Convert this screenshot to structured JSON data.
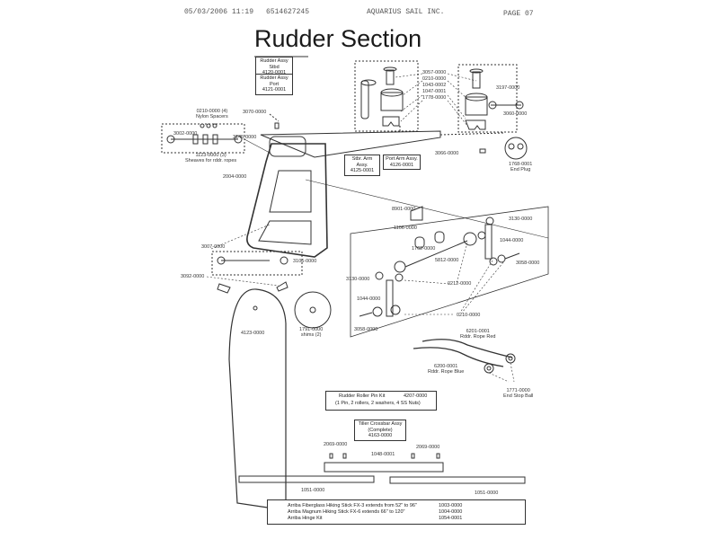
{
  "header": {
    "date": "05/03/2006",
    "time": "11:19",
    "phone": "6514627245",
    "company": "AQUARIUS SAIL INC.",
    "page": "PAGE  07"
  },
  "title": "Rudder Section",
  "assy_boxes": {
    "rudder_stbd": {
      "name": "Rudder Assy Stbd",
      "part": "4120-0001"
    },
    "rudder_port": {
      "name": "Rudder Assy Port",
      "part": "4121-0001"
    },
    "stbd_arm": {
      "name": "Stbr. Arm Assy.",
      "part": "4125-0001"
    },
    "port_arm": {
      "name": "Port Arm Assy.",
      "part": "4126-0001"
    }
  },
  "part_labels": {
    "p3057": "3057-0000",
    "p0210": "0210-0000",
    "p1043": "1043-0002",
    "p1047": "1047-0001",
    "p1778": "1778-0000",
    "p3197": "3197-0000",
    "p3060": "3060-0000",
    "p0210_spacers": "0210-0000 (4)",
    "nylon_spacers": "Nylon Spacers",
    "p3070": "3070-0000",
    "p3002": "3002-0000",
    "p3145": "3145-0000",
    "p1123": "1123-0000 (3)",
    "sheaves": "Sheaves for rddr. ropes",
    "p3066": "3066-0000",
    "p1768": "1768-0001",
    "end_plug": "End Plug",
    "p2004": "2004-0000",
    "p8901": "8901-0000",
    "p1106": "1106-0000",
    "p1762": "1762-0000",
    "p5812": "5812-0000",
    "p3130_right": "3130-0000",
    "p1044_right": "1044-0000",
    "p3058_right": "3058-0000",
    "p3007": "3007-0000",
    "p3106": "3106-0000",
    "p3092": "3092-0000",
    "p3130_left": "3130-0000",
    "p1044_left": "1044-0000",
    "p0212": "0212-0000",
    "p0210_bottom": "0210-0000",
    "p3058_left": "3058-0000",
    "p4123": "4123-0000",
    "p1791": "1791-0000",
    "shims": "shims (2)",
    "p6201": "6201-0001",
    "rope_red": "Rddr. Rope Red",
    "p6200": "6200-0001",
    "rope_blue": "Rddr. Rope Blue",
    "p1771": "1771-0000",
    "end_stop": "End Stop Ball",
    "p2069_left": "2069-0000",
    "p2069_right": "2069-0000",
    "p1048": "1048-0001",
    "p1051_left": "1051-0000",
    "p1051_right": "1051-0000"
  },
  "pin_kit": {
    "name": "Rudder Roller Pin Kit",
    "part": "4207-0000",
    "contents": "(1 Pin, 2 rollers,  2 washers,  4 SS  Nuts)"
  },
  "tiller_box": {
    "line1": "Tiller Crossbar Assy",
    "line2": "(Complete)",
    "part": "4163-0000"
  },
  "hiking_stick": [
    {
      "desc": "Arriba Fiberglass Hiking Stick  FX-3  extends from 52\" to 96\"",
      "part": "1003-0000"
    },
    {
      "desc": "Arriba Magnum   Hiking Stick  FX-6  extends 66\" to 120\"",
      "part": "1004-0000"
    },
    {
      "desc": "Arriba Hinge Kit",
      "part": "1054-0001"
    }
  ]
}
